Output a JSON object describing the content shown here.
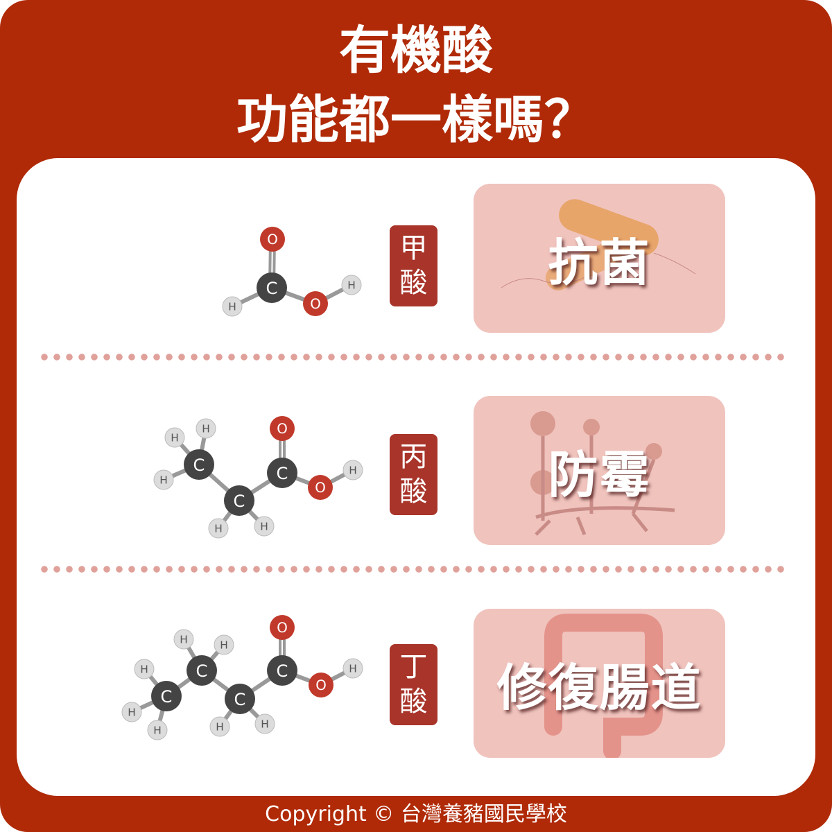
{
  "title": {
    "line1": "有機酸",
    "line2": "功能都一樣嗎？"
  },
  "rows": [
    {
      "acid_chars": [
        "甲",
        "酸"
      ],
      "function": "抗菌",
      "atoms": [
        "O",
        "C",
        "O",
        "H",
        "H"
      ]
    },
    {
      "acid_chars": [
        "丙",
        "酸"
      ],
      "function": "防霉",
      "atoms": [
        "H",
        "H",
        "C",
        "H",
        "C",
        "H",
        "H",
        "C",
        "O",
        "O",
        "H"
      ]
    },
    {
      "acid_chars": [
        "丁",
        "酸"
      ],
      "function": "修復腸道",
      "atoms": [
        "H",
        "H",
        "C",
        "H",
        "C",
        "H",
        "H",
        "C",
        "H",
        "H",
        "C",
        "O",
        "O",
        "H"
      ]
    }
  ],
  "copyright": "Copyright © 台灣養豬國民學校",
  "colors": {
    "background": "#b02a07",
    "label": "#a8342a",
    "panel": "#f0c3bd",
    "oxygen": "#c0392b",
    "carbon": "#444444",
    "hydrogen": "#dcdcdc"
  }
}
